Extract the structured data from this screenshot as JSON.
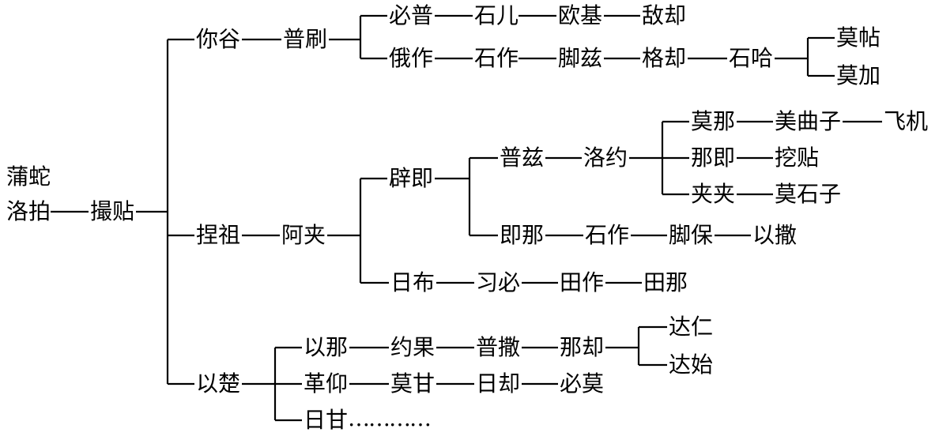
{
  "title": "Genealogy tree",
  "root": {
    "line1": "蒲蛇",
    "line2": "洛拍"
  },
  "nodes": {
    "n1": "撮贴",
    "n2": "你谷",
    "n3": "普刷",
    "n4": "必普",
    "n5": "石儿",
    "n6": "欧基",
    "n7": "敌却",
    "n8": "俄作",
    "n9": "石作",
    "n10": "脚兹",
    "n11": "格却",
    "n12": "石哈",
    "n13": "莫帖",
    "n14": "莫加",
    "n15": "捏祖",
    "n16": "阿夹",
    "n17": "辟即",
    "n18": "普兹",
    "n19": "洛约",
    "n20": "莫那",
    "n21": "美曲子",
    "n22": "飞机",
    "n23": "那即",
    "n24": "挖贴",
    "n25": "夹夹",
    "n26": "莫石子",
    "n27": "即那",
    "n28": "石作",
    "n29": "脚保",
    "n30": "以撒",
    "n31": "日布",
    "n32": "习必",
    "n33": "田作",
    "n34": "田那",
    "n35": "以楚",
    "n36": "以那",
    "n37": "约果",
    "n38": "普撒",
    "n39": "那却",
    "n40": "达仁",
    "n41": "达始",
    "n42": "革仰",
    "n43": "莫甘",
    "n44": "日却",
    "n45": "必莫",
    "n46": "日甘"
  },
  "ellipsis": "…………"
}
